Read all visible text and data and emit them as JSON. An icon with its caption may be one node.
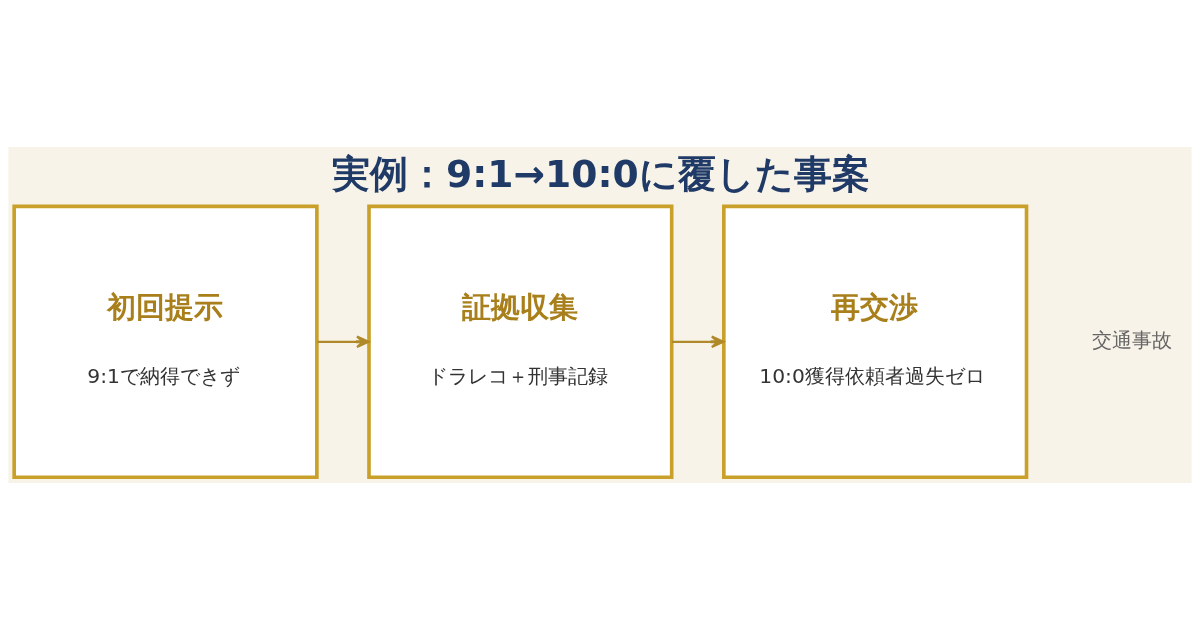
{
  "diagram": {
    "title": "実例：9:1→10:0に覆した事案",
    "nodes": [
      {
        "text": [
          "初回提示",
          "9:1で納得できず"
        ]
      },
      {
        "text": [
          "証拠収集",
          "ドラレコ＋刑事記録"
        ]
      },
      {
        "text": [
          "再交渉",
          "10:0獲得依頼者過失ゼロ"
        ]
      }
    ],
    "edges": [
      {
        "from": 0,
        "to": 1,
        "arrow": "to"
      },
      {
        "from": 1,
        "to": 2,
        "arrow": "to"
      }
    ],
    "labels": [
      "交通事故"
    ]
  }
}
